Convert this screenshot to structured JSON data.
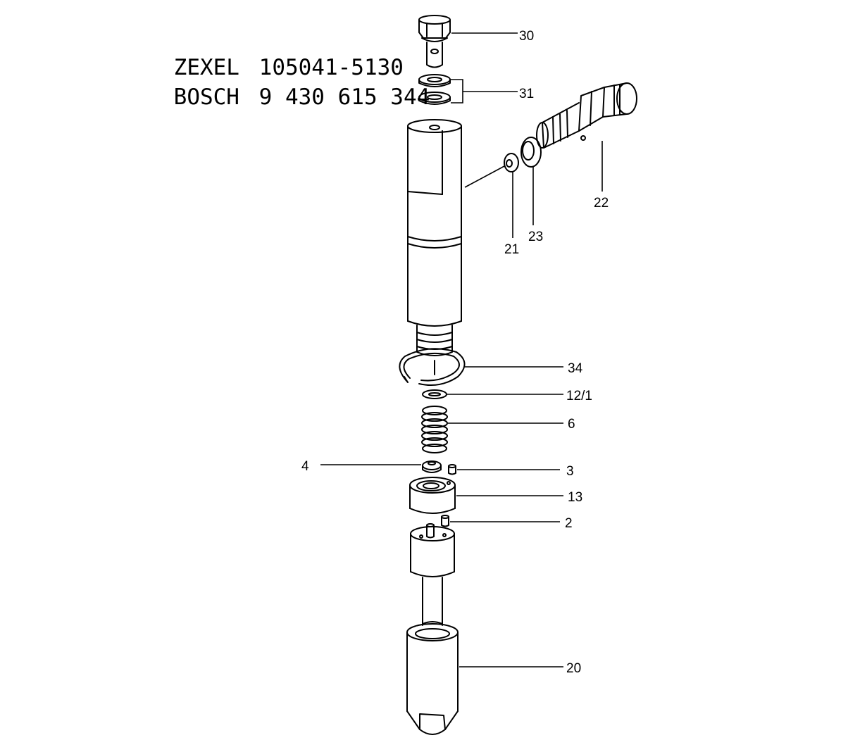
{
  "header": {
    "lines": [
      {
        "brand": "ZEXEL",
        "number": "105041-5130"
      },
      {
        "brand": "BOSCH",
        "number": "9 430 615 344"
      }
    ]
  },
  "callouts": [
    {
      "id": "30",
      "label": "30"
    },
    {
      "id": "31",
      "label": "31"
    },
    {
      "id": "22",
      "label": "22"
    },
    {
      "id": "23",
      "label": "23"
    },
    {
      "id": "21",
      "label": "21"
    },
    {
      "id": "34",
      "label": "34"
    },
    {
      "id": "12-1",
      "label": "12/1"
    },
    {
      "id": "6",
      "label": "6"
    },
    {
      "id": "4",
      "label": "4"
    },
    {
      "id": "3",
      "label": "3"
    },
    {
      "id": "13",
      "label": "13"
    },
    {
      "id": "2",
      "label": "2"
    },
    {
      "id": "20",
      "label": "20"
    }
  ]
}
